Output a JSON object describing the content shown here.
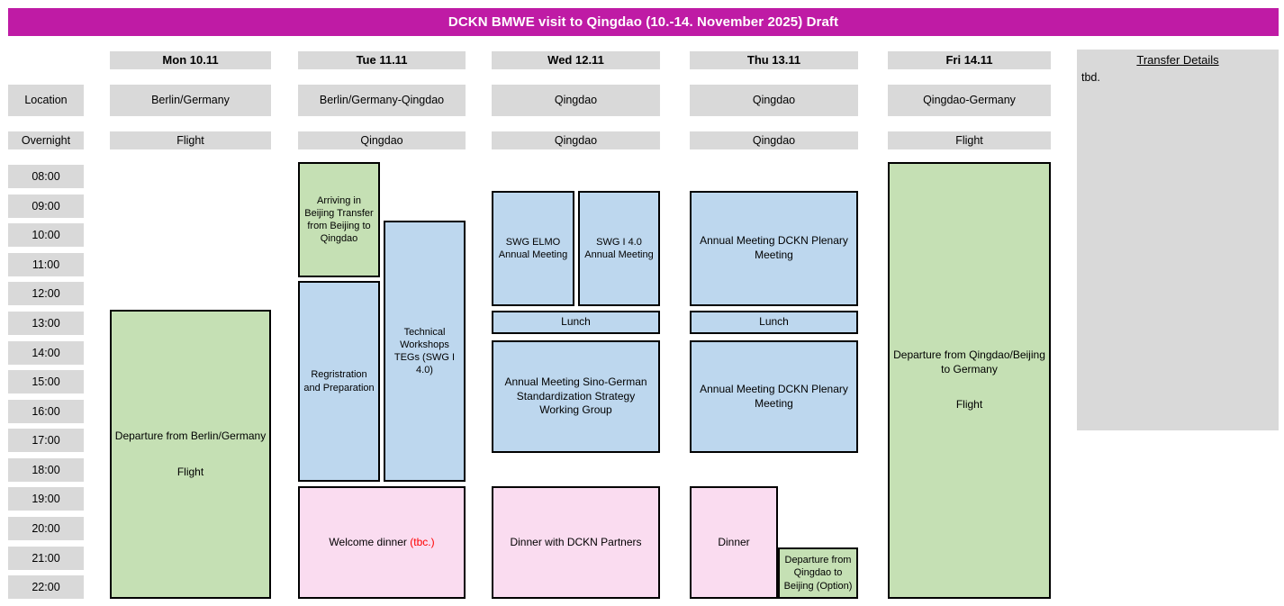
{
  "title": "DCKN BMWE visit to Qingdao (10.-14. November 2025) Draft",
  "colors": {
    "title_bar": "#bf1ba5",
    "header_cell": "#d9d9d9",
    "travel_block": "#c5e0b4",
    "meeting_block": "#bdd7ee",
    "dinner_block": "#fadcf0",
    "tbc_text": "#ff0000"
  },
  "row_labels": {
    "location": "Location",
    "overnight": "Overnight"
  },
  "days": [
    {
      "header": "Mon 10.11",
      "location": "Berlin/Germany",
      "overnight": "Flight"
    },
    {
      "header": "Tue 11.11",
      "location": "Berlin/Germany-Qingdao",
      "overnight": "Qingdao"
    },
    {
      "header": "Wed 12.11",
      "location": "Qingdao",
      "overnight": "Qingdao"
    },
    {
      "header": "Thu 13.11",
      "location": "Qingdao",
      "overnight": "Qingdao"
    },
    {
      "header": "Fri 14.11",
      "location": "Qingdao-Germany",
      "overnight": "Flight"
    }
  ],
  "times": [
    "08:00",
    "09:00",
    "10:00",
    "11:00",
    "12:00",
    "13:00",
    "14:00",
    "15:00",
    "16:00",
    "17:00",
    "18:00",
    "19:00",
    "20:00",
    "21:00",
    "22:00"
  ],
  "transfer": {
    "title": "Transfer Details",
    "body": "tbd."
  },
  "events": {
    "mon_departure_line1": "Departure from Berlin/Germany",
    "mon_departure_line2": "Flight",
    "tue_arrival": "Arriving in Beijing Transfer from Beijing to Qingdao",
    "tue_registration": "Regristration and Preparation",
    "tue_workshops": "Technical Workshops TEGs (SWG I 4.0)",
    "tue_dinner_main": "Welcome dinner ",
    "tue_dinner_tbc": "(tbc.)",
    "wed_swg_elmo": "SWG ELMO Annual Meeting",
    "wed_swg_i40": "SWG I 4.0 Annual Meeting",
    "wed_lunch": "Lunch",
    "wed_afternoon": "Annual Meeting Sino-German Standardization Strategy Working Group",
    "wed_dinner": "Dinner with DCKN Partners",
    "thu_morning": "Annual Meeting DCKN Plenary Meeting",
    "thu_lunch": "Lunch",
    "thu_afternoon": "Annual Meeting DCKN Plenary Meeting",
    "thu_dinner": "Dinner",
    "thu_option": "Departure from Qingdao to Beijing (Option)",
    "fri_departure_line1": "Departure from Qingdao/Beijing to Germany",
    "fri_departure_line2": "Flight"
  }
}
